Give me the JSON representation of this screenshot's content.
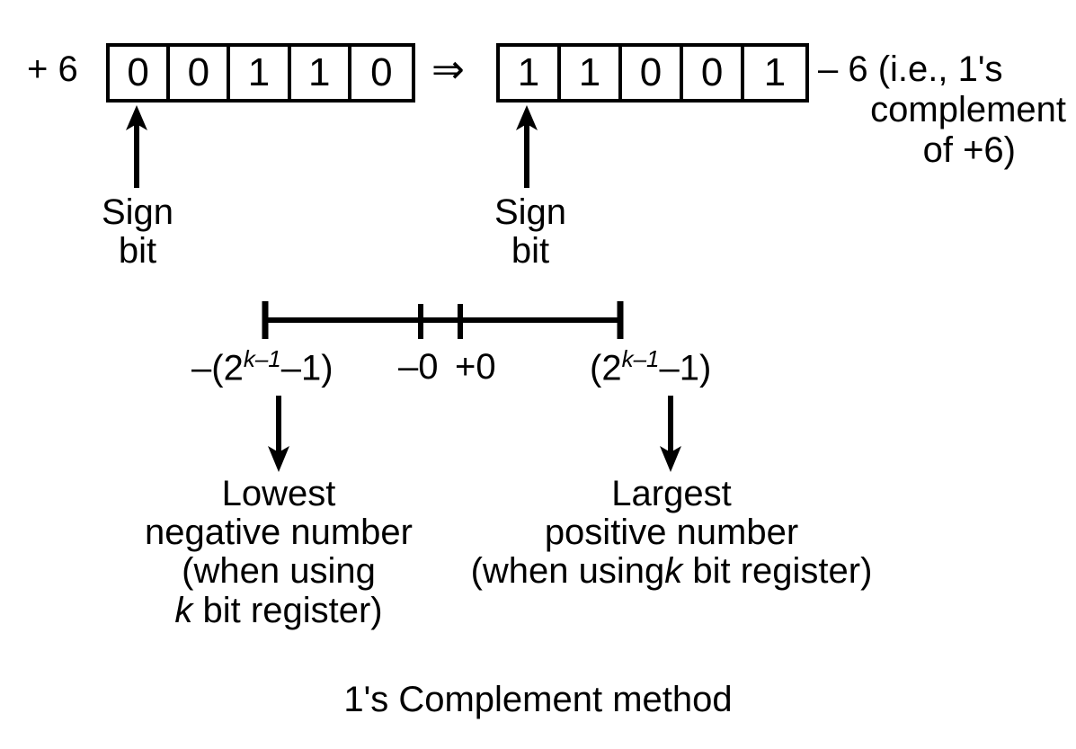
{
  "figure": {
    "caption": "1's Complement method",
    "ink_color": "#000000",
    "background_color": "#ffffff"
  },
  "conversion": {
    "left_value_label": "+ 6",
    "left_register": {
      "bits": [
        "0",
        "0",
        "1",
        "1",
        "0"
      ],
      "pointer_label_line1": "Sign",
      "pointer_label_line2": "bit"
    },
    "operator": "⇒",
    "right_register": {
      "bits": [
        "1",
        "1",
        "0",
        "0",
        "1"
      ],
      "pointer_label_line1": "Sign",
      "pointer_label_line2": "bit"
    },
    "right_value_label": {
      "line1": "– 6 (i.e., 1's",
      "line2": "complement",
      "line3": "of +6)"
    }
  },
  "number_line": {
    "ticks": [
      {
        "id": "lowest",
        "position_pct": 0,
        "label_prefix": "–(2",
        "label_sup": "k–1",
        "label_suffix": "–1)"
      },
      {
        "id": "minus-zero",
        "position_pct": 43.8,
        "label": "–0"
      },
      {
        "id": "plus-zero",
        "position_pct": 54.9,
        "label": "+0"
      },
      {
        "id": "largest",
        "position_pct": 100,
        "label_prefix": "(2",
        "label_sup": "k–1",
        "label_suffix": "–1)"
      }
    ],
    "negative_extreme": {
      "line1": "Lowest",
      "line2": "negative number",
      "line3": "(when using",
      "line4_italic": "k",
      "line4_rest": " bit register)"
    },
    "positive_extreme": {
      "line1": "Largest",
      "line2": "positive number",
      "line3_prefix": "(when using",
      "line3_italic": "k",
      "line3_rest": " bit register)"
    }
  }
}
